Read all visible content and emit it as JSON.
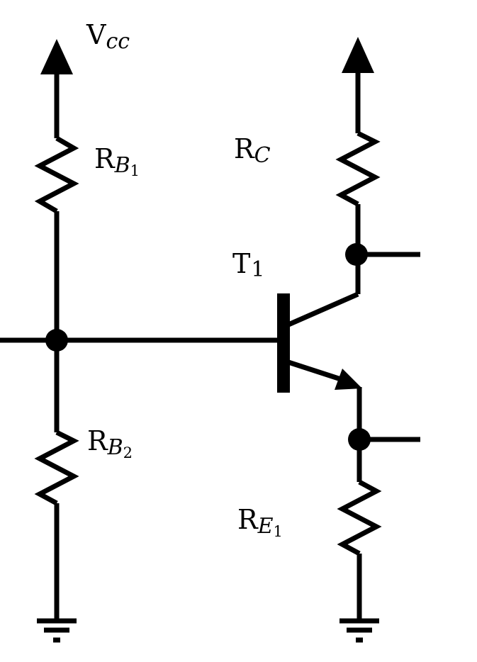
{
  "labels": {
    "vcc": {
      "main": "V",
      "sub": "cc"
    },
    "rb1": {
      "main": "R",
      "sub": "B",
      "subsub": "1"
    },
    "rc": {
      "main": "R",
      "sub": "C"
    },
    "t1": {
      "main": "T",
      "sub": "1"
    },
    "rb2": {
      "main": "R",
      "sub": "B",
      "subsub": "2"
    },
    "re1": {
      "main": "R",
      "sub": "E",
      "subsub": "1"
    }
  }
}
